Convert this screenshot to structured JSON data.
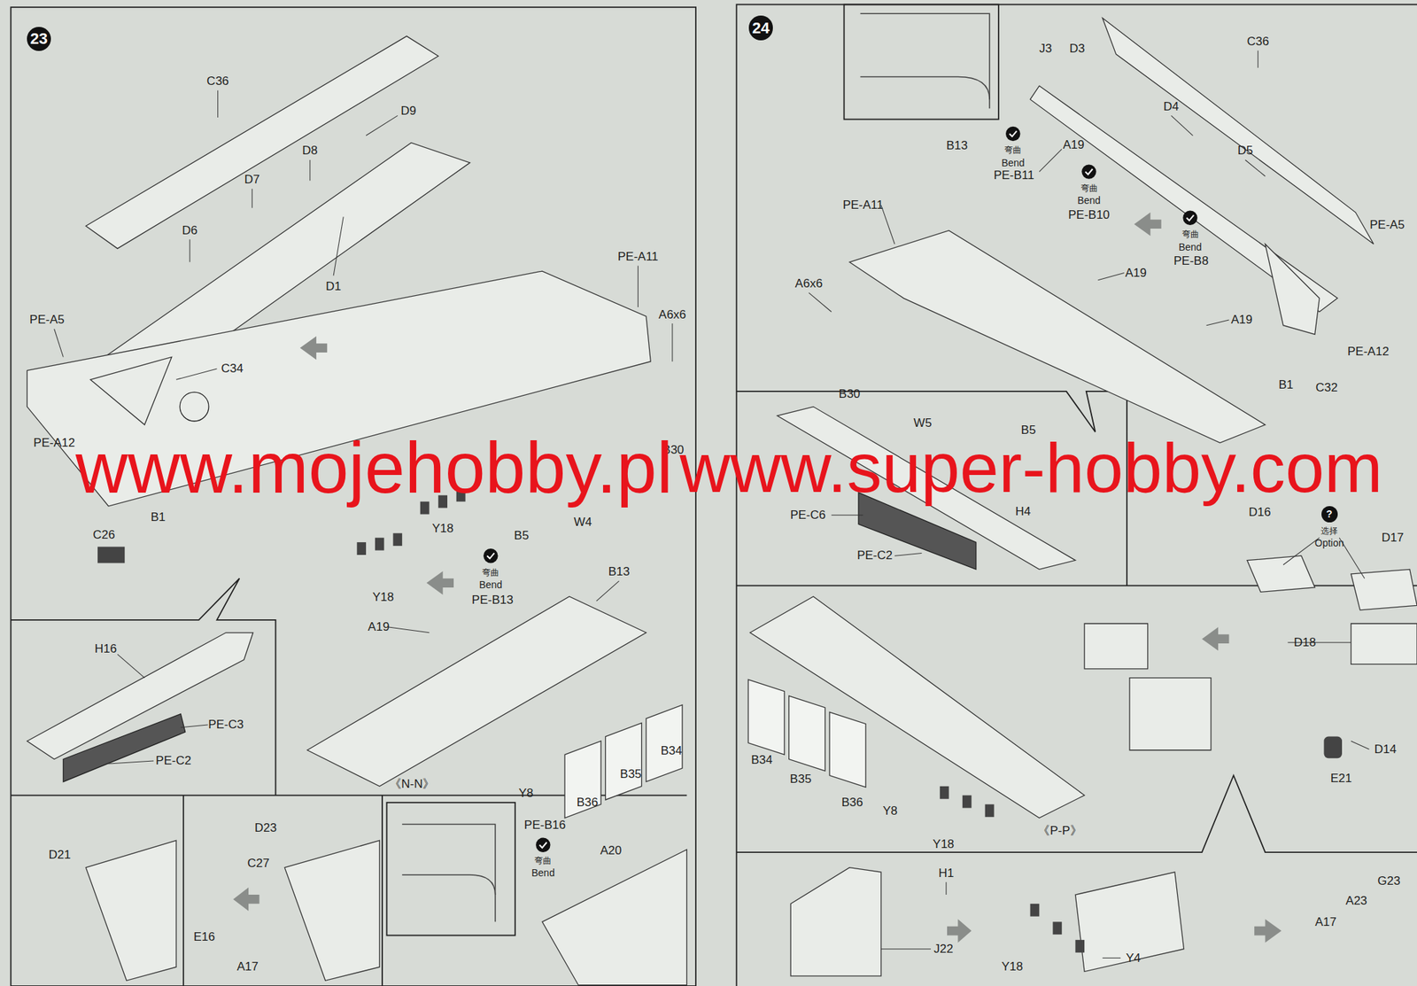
{
  "diagram": {
    "nodes": [
      {
        "text": [
          "23"
        ]
      },
      {
        "text": [
          "24"
        ]
      },
      {
        "text": [
          "?"
        ]
      }
    ],
    "labels": [
      "C36",
      "D9",
      "D8",
      "D7",
      "D6",
      "D1",
      "PE-A11",
      "A6x6",
      "PE-A5",
      "C34",
      "PE-A12",
      "B1",
      "C26",
      "B30",
      "W4",
      "Y18",
      "B5",
      "Y18",
      "弯曲",
      "Bend",
      "PE-B13",
      "B13",
      "A19",
      "H16",
      "PE-C3",
      "PE-C2",
      "《N-N》",
      "Y8",
      "B34",
      "B35",
      "B36",
      "D21",
      "D23",
      "C27",
      "E16",
      "A17",
      "PE-B16",
      "A20",
      "弯曲",
      "Bend",
      "J3",
      "D3",
      "C36",
      "D4",
      "D5",
      "B13",
      "弯曲",
      "Bend",
      "PE-B11",
      "A19",
      "弯曲",
      "Bend",
      "PE-B10",
      "PE-A11",
      "A19",
      "弯曲",
      "Bend",
      "PE-B8",
      "PE-A5",
      "A6x6",
      "A19",
      "PE-A12",
      "B1",
      "C32",
      "B30",
      "B5",
      "W5",
      "H4",
      "PE-C6",
      "PE-C2",
      "D16",
      "选择",
      "Option",
      "D17",
      "D18",
      "D14",
      "E21",
      "B34",
      "B35",
      "B36",
      "Y8",
      "Y18",
      "《P-P》",
      "H1",
      "J22",
      "Y18",
      "Y4",
      "G23",
      "A23",
      "A17",
      "www.mojehobby.pl",
      "www.super-hobby.com"
    ]
  }
}
